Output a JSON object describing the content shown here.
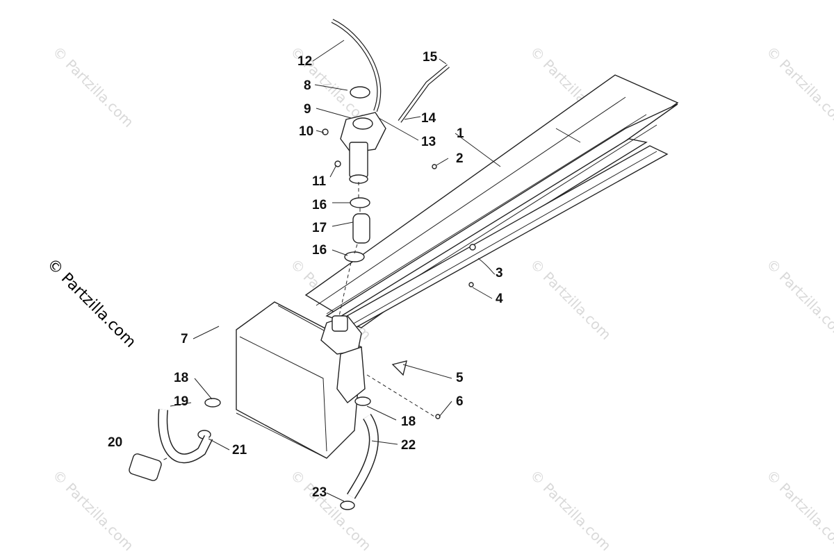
{
  "watermark": {
    "main": "© Partzilla.com",
    "faint": "© Partzilla.com"
  },
  "callouts": [
    "1",
    "2",
    "3",
    "4",
    "5",
    "6",
    "7",
    "8",
    "9",
    "10",
    "11",
    "12",
    "13",
    "14",
    "15",
    "16",
    "16",
    "17",
    "18",
    "18",
    "19",
    "20",
    "21",
    "22",
    "23"
  ]
}
